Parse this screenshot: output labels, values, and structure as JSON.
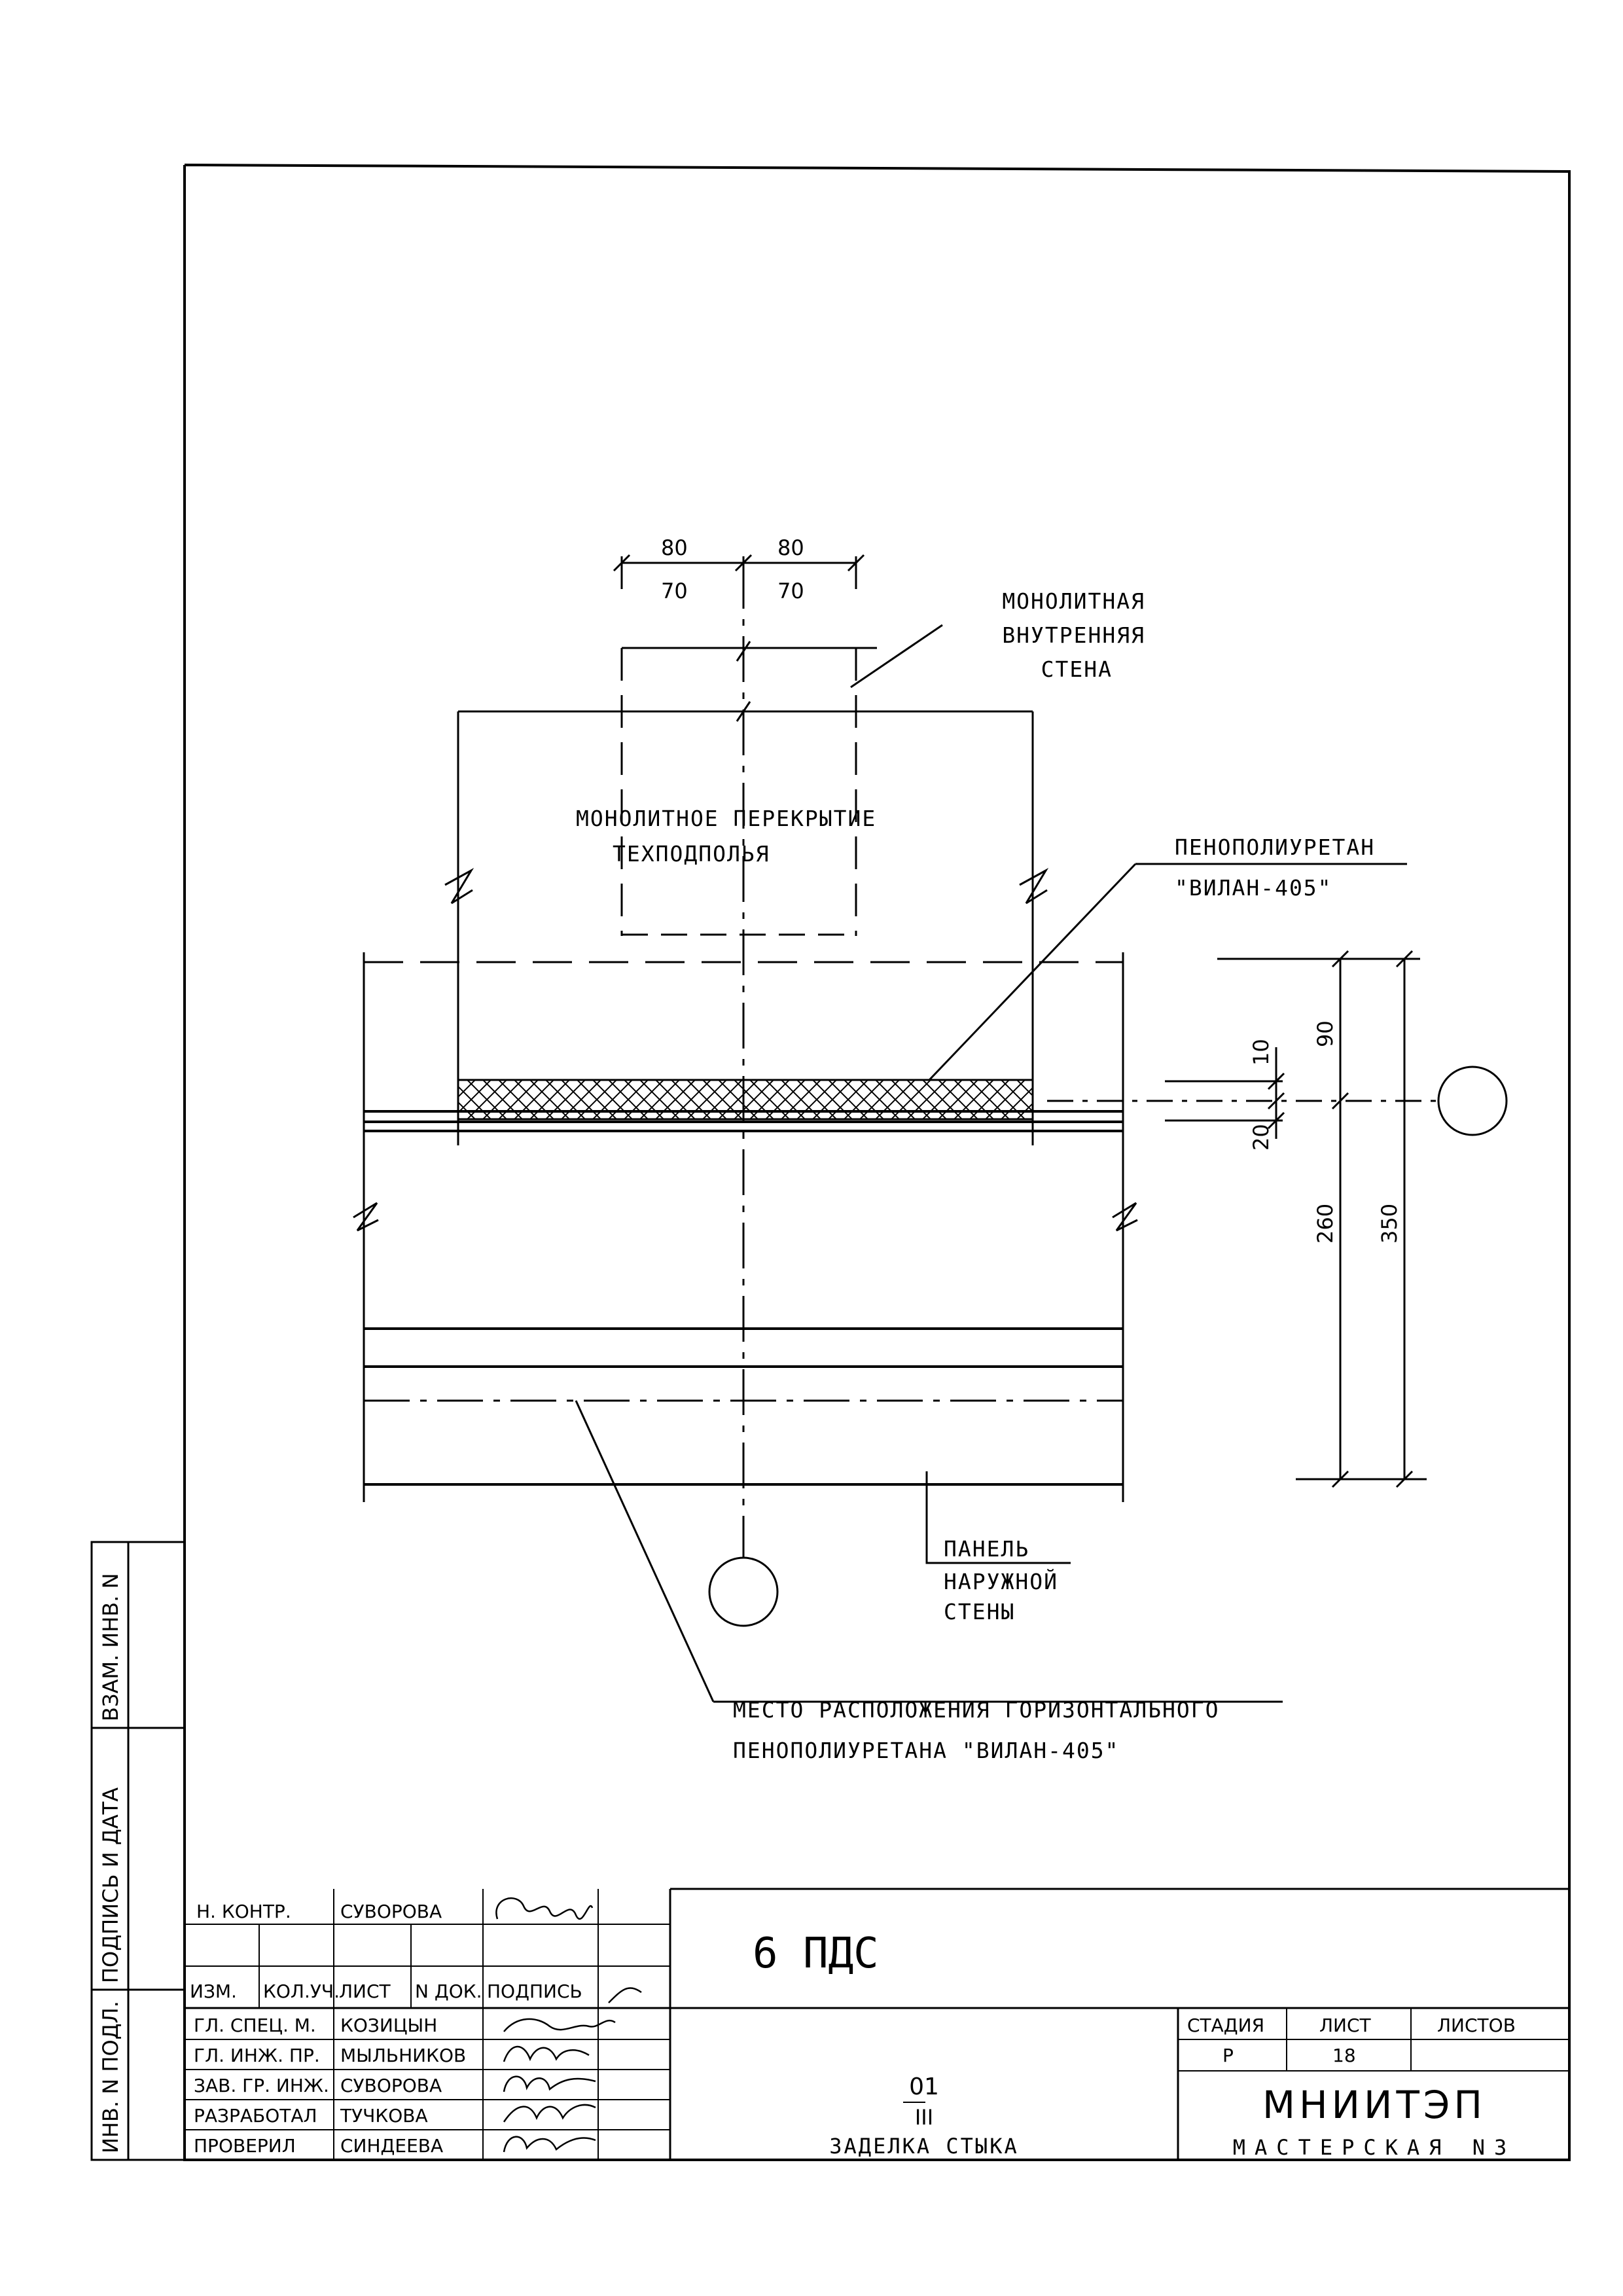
{
  "drawing": {
    "labels": {
      "inner_wall": [
        "МОНОЛИТНАЯ",
        "ВНУТРЕННЯЯ",
        "СТЕНА"
      ],
      "slab": [
        "МОНОЛИТНОЕ ПЕРЕКРЫТИЕ",
        "ТЕХПОДПОЛЬЯ"
      ],
      "foam": [
        "ПЕНОПОЛИУРЕТАН",
        "\"ВИЛАН-405\""
      ],
      "panel": [
        "ПАНЕЛЬ",
        "НАРУЖНОЙ",
        "СТЕНЫ"
      ],
      "location": [
        "МЕСТО РАСПОЛОЖЕНИЯ ГОРИЗОНТАЛЬНОГО",
        "ПЕНОПОЛИУРЕТАНА \"ВИЛАН-405\""
      ]
    },
    "dimensions": {
      "top_left_outer": "80",
      "top_right_outer": "80",
      "top_left_inner": "70",
      "top_right_inner": "70",
      "d10": "10",
      "d20": "20",
      "d90": "90",
      "d260": "260",
      "d350": "350"
    }
  },
  "side_stamp": {
    "inv_replace": "ВЗАМ. ИНВ. N",
    "sign_date": "ПОДПИСЬ И ДАТА",
    "inv_orig": "ИНВ. N ПОДЛ."
  },
  "title_block": {
    "project_code": "6 ПДС",
    "header_row": [
      "ИЗМ.",
      "КОЛ.УЧ.",
      "ЛИСТ",
      "N ДОК.",
      "ПОДПИСЬ"
    ],
    "n_kontr": {
      "role": "Н. КОНТР.",
      "name": "СУВОРОВА"
    },
    "people": [
      {
        "role": "ГЛ. СПЕЦ. М.",
        "name": "КОЗИЦЫН"
      },
      {
        "role": "ГЛ. ИНЖ. ПР.",
        "name": "МЫЛЬНИКОВ"
      },
      {
        "role": "ЗАВ. ГР. ИНЖ.",
        "name": "СУВОРОВА"
      },
      {
        "role": "РАЗРАБОТАЛ",
        "name": "ТУЧКОВА"
      },
      {
        "role": "ПРОВЕРИЛ",
        "name": "СИНДЕЕВА"
      }
    ],
    "node_num": "01",
    "node_sheet": "III",
    "drawing_title": "ЗАДЕЛКА СТЫКА",
    "stage_label": "СТАДИЯ",
    "sheet_label": "ЛИСТ",
    "sheets_label": "ЛИСТОВ",
    "stage_value": "Р",
    "sheet_value": "18",
    "org": "МНИИТЭП",
    "workshop": "МАСТЕРСКАЯ N3"
  }
}
